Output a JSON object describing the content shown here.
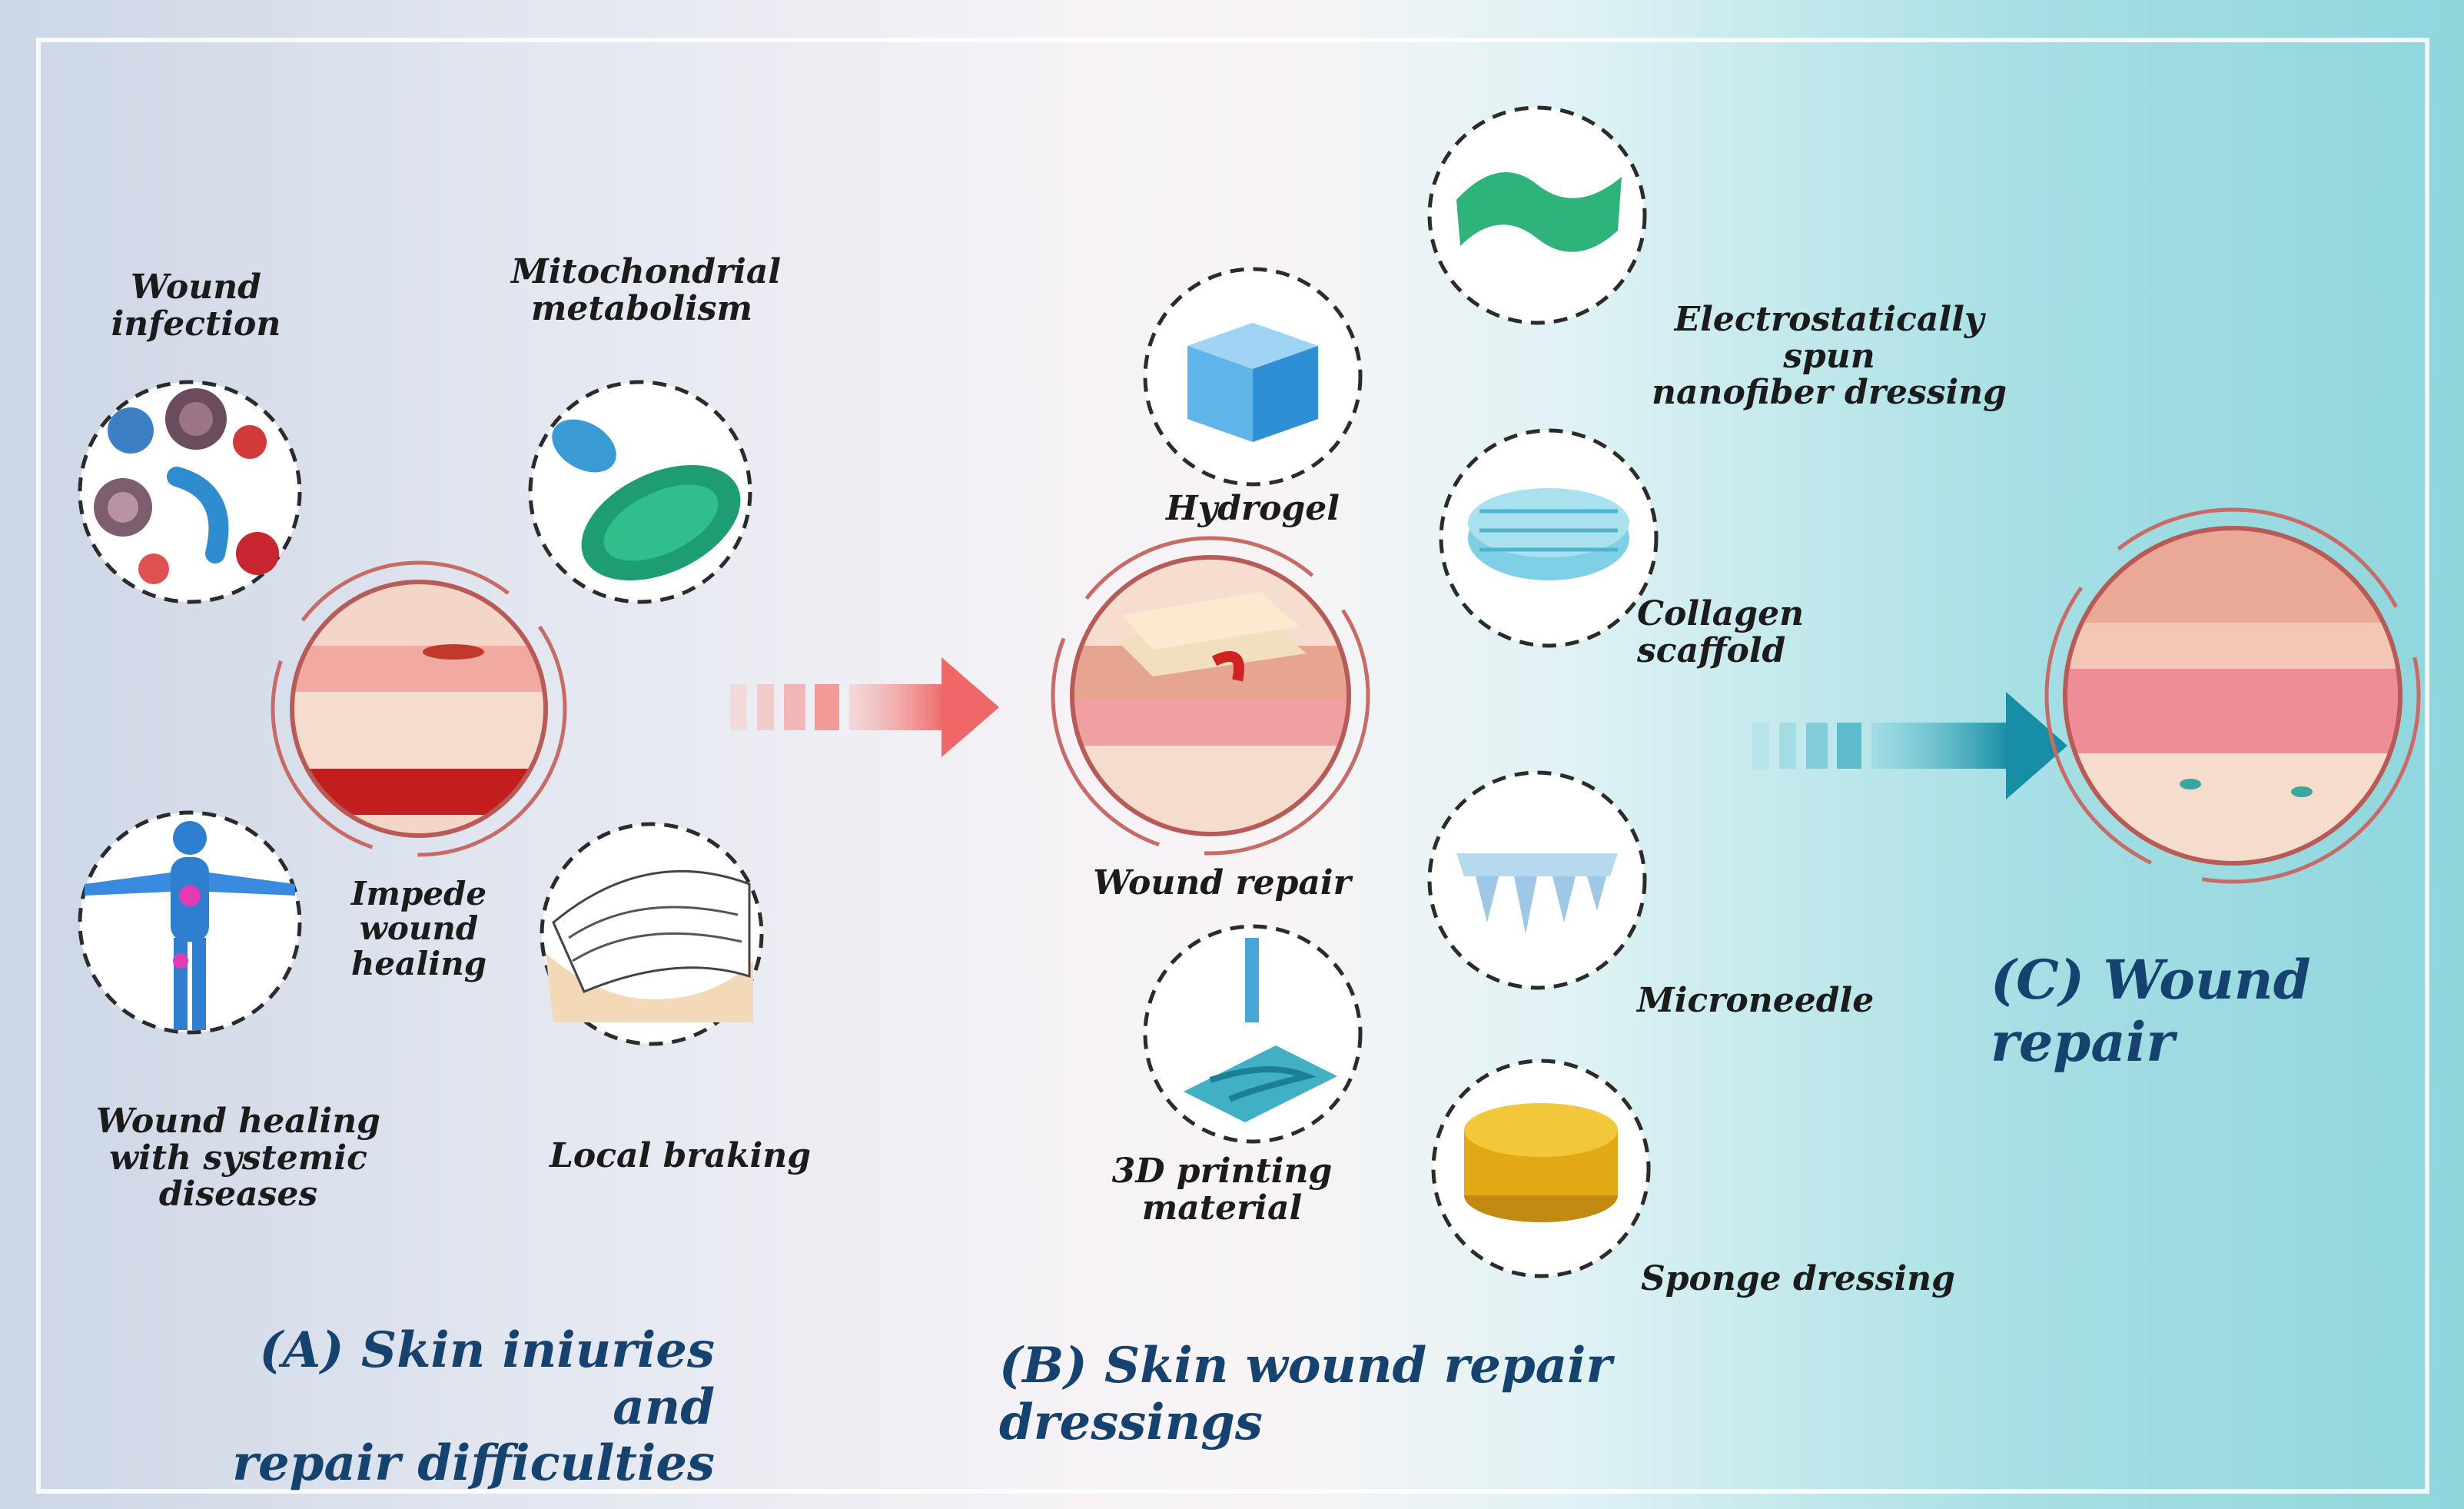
{
  "panel_a": {
    "title_line1": "(A) Skin iniuries and",
    "title_line2": "repair difficulties",
    "wound_infection": "Wound infection",
    "mito_line1": "Mitochondrial",
    "mito_line2": "metabolism",
    "impede_line1": "Impede",
    "impede_line2": "wound healing",
    "systemic_line1": "Wound healing",
    "systemic_line2": "with systemic diseases",
    "local_braking": "Local braking"
  },
  "panel_b": {
    "title": "(B) Skin wound repair dressings",
    "hydrogel": "Hydrogel",
    "wound_repair": "Wound repair",
    "printing": "3D printing material",
    "electro_line1": "Electrostatically spun",
    "electro_line2": "nanofiber dressing",
    "collagen_line1": "Collagen",
    "collagen_line2": "scaffold",
    "microneedle": "Microneedle",
    "sponge": "Sponge dressing"
  },
  "panel_c": {
    "title": "(C) Wound repair"
  },
  "colors": {
    "title_blue": "#16426f",
    "arrow_red": "#f06a6a",
    "arrow_teal": "#1f9bb0"
  }
}
